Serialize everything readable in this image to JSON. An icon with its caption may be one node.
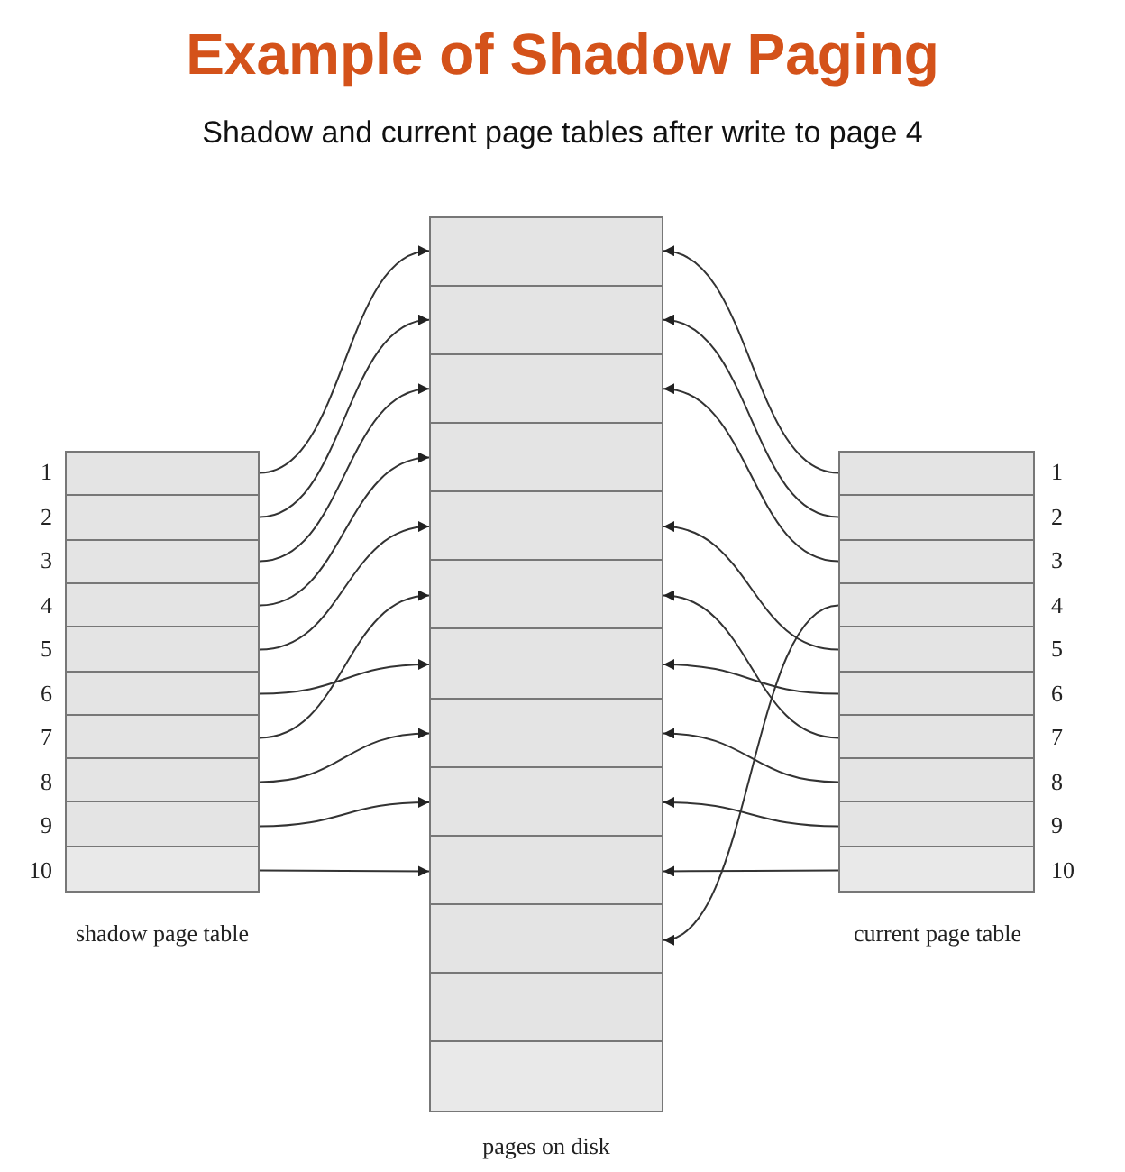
{
  "diagram": {
    "title": "Example of Shadow Paging",
    "caption": "Shadow and current page tables after write to page 4",
    "nodes": [
      {
        "text": [],
        "shape": "box",
        "beside": [
          "shadow page table"
        ]
      },
      {
        "text": [],
        "shape": "box",
        "in": 0,
        "beside": [
          "1"
        ]
      },
      {
        "text": [],
        "shape": "box",
        "in": 0,
        "beside": [
          "2"
        ]
      },
      {
        "text": [],
        "shape": "box",
        "in": 0,
        "beside": [
          "3"
        ]
      },
      {
        "text": [],
        "shape": "box",
        "in": 0,
        "beside": [
          "4"
        ]
      },
      {
        "text": [],
        "shape": "box",
        "in": 0,
        "beside": [
          "5"
        ]
      },
      {
        "text": [],
        "shape": "box",
        "in": 0,
        "beside": [
          "6"
        ]
      },
      {
        "text": [],
        "shape": "box",
        "in": 0,
        "beside": [
          "7"
        ]
      },
      {
        "text": [],
        "shape": "box",
        "in": 0,
        "beside": [
          "8"
        ]
      },
      {
        "text": [],
        "shape": "box",
        "in": 0,
        "beside": [
          "9"
        ]
      },
      {
        "text": [],
        "shape": "box",
        "in": 0,
        "beside": [
          "10"
        ]
      },
      {
        "text": [],
        "shape": "box",
        "beside": [
          "pages on disk"
        ]
      },
      {
        "text": [],
        "shape": "box",
        "in": 11
      },
      {
        "text": [],
        "shape": "box",
        "in": 11
      },
      {
        "text": [],
        "shape": "box",
        "in": 11
      },
      {
        "text": [],
        "shape": "box",
        "in": 11
      },
      {
        "text": [],
        "shape": "box",
        "in": 11
      },
      {
        "text": [],
        "shape": "box",
        "in": 11
      },
      {
        "text": [],
        "shape": "box",
        "in": 11
      },
      {
        "text": [],
        "shape": "box",
        "in": 11
      },
      {
        "text": [],
        "shape": "box",
        "in": 11
      },
      {
        "text": [],
        "shape": "box",
        "in": 11
      },
      {
        "text": [],
        "shape": "box",
        "in": 11
      },
      {
        "text": [],
        "shape": "box",
        "in": 11
      },
      {
        "text": [],
        "shape": "box",
        "in": 11
      },
      {
        "text": [],
        "shape": "box",
        "beside": [
          "current page table"
        ]
      },
      {
        "text": [],
        "shape": "box",
        "in": 25,
        "beside": [
          "1"
        ]
      },
      {
        "text": [],
        "shape": "box",
        "in": 25,
        "beside": [
          "2"
        ]
      },
      {
        "text": [],
        "shape": "box",
        "in": 25,
        "beside": [
          "3"
        ]
      },
      {
        "text": [],
        "shape": "box",
        "in": 25,
        "beside": [
          "4"
        ]
      },
      {
        "text": [],
        "shape": "box",
        "in": 25,
        "beside": [
          "5"
        ]
      },
      {
        "text": [],
        "shape": "box",
        "in": 25,
        "beside": [
          "6"
        ]
      },
      {
        "text": [],
        "shape": "box",
        "in": 25,
        "beside": [
          "7"
        ]
      },
      {
        "text": [],
        "shape": "box",
        "in": 25,
        "beside": [
          "8"
        ]
      },
      {
        "text": [],
        "shape": "box",
        "in": 25,
        "beside": [
          "9"
        ]
      },
      {
        "text": [],
        "shape": "box",
        "in": 25,
        "beside": [
          "10"
        ]
      }
    ],
    "edges": [
      {
        "from": 1,
        "to": 12,
        "arrow": "to"
      },
      {
        "from": 2,
        "to": 13,
        "arrow": "to"
      },
      {
        "from": 3,
        "to": 14,
        "arrow": "to"
      },
      {
        "from": 4,
        "to": 15,
        "arrow": "to"
      },
      {
        "from": 5,
        "to": 16,
        "arrow": "to"
      },
      {
        "from": 6,
        "to": 18,
        "arrow": "to"
      },
      {
        "from": 7,
        "to": 17,
        "arrow": "to"
      },
      {
        "from": 8,
        "to": 19,
        "arrow": "to"
      },
      {
        "from": 9,
        "to": 20,
        "arrow": "to"
      },
      {
        "from": 10,
        "to": 21,
        "arrow": "to"
      },
      {
        "from": 26,
        "to": 12,
        "arrow": "to"
      },
      {
        "from": 27,
        "to": 13,
        "arrow": "to"
      },
      {
        "from": 28,
        "to": 14,
        "arrow": "to"
      },
      {
        "from": 29,
        "to": 22,
        "arrow": "to"
      },
      {
        "from": 30,
        "to": 16,
        "arrow": "to"
      },
      {
        "from": 31,
        "to": 18,
        "arrow": "to"
      },
      {
        "from": 32,
        "to": 17,
        "arrow": "to"
      },
      {
        "from": 33,
        "to": 19,
        "arrow": "to"
      },
      {
        "from": 34,
        "to": 20,
        "arrow": "to"
      },
      {
        "from": 35,
        "to": 21,
        "arrow": "to"
      }
    ]
  }
}
